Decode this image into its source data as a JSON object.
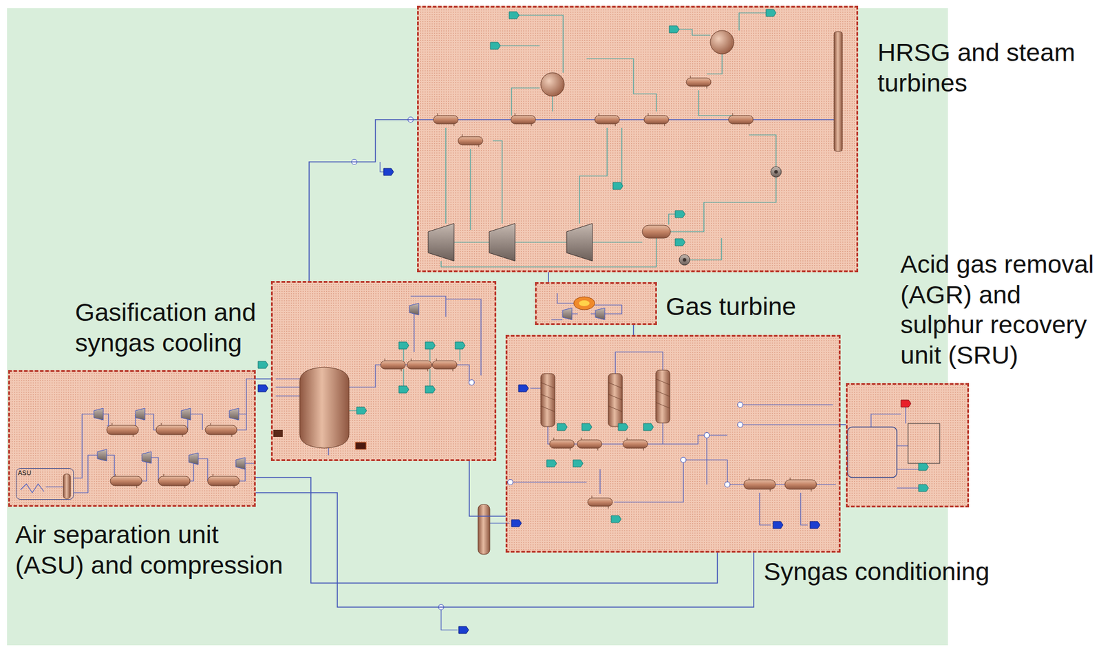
{
  "diagram": {
    "nodes": [
      {
        "text": [
          "HRSG and steam turbines"
        ]
      },
      {
        "text": [
          "Gasification and syngas cooling"
        ]
      },
      {
        "text": [
          "Gas turbine"
        ]
      },
      {
        "text": [
          "Acid gas removal (AGR) and sulphur recovery unit (SRU)"
        ]
      },
      {
        "text": [
          "Air separation unit (ASU) and compression"
        ]
      },
      {
        "text": [
          "ASU"
        ],
        "in": 4
      },
      {
        "text": [
          "Syngas conditioning"
        ]
      }
    ],
    "edges": [
      {
        "from": 4,
        "to": 1,
        "arrow": "none"
      },
      {
        "from": 1,
        "to": 0,
        "arrow": "none"
      },
      {
        "from": 1,
        "to": 6,
        "arrow": "none"
      },
      {
        "from": 6,
        "to": 2,
        "arrow": "none"
      },
      {
        "from": 2,
        "to": 0,
        "arrow": "none"
      },
      {
        "from": 6,
        "to": 3,
        "arrow": "none"
      },
      {
        "from": 4,
        "to": 6,
        "arrow": "none"
      },
      {
        "from": 4,
        "to": 6,
        "arrow": "none"
      }
    ]
  }
}
